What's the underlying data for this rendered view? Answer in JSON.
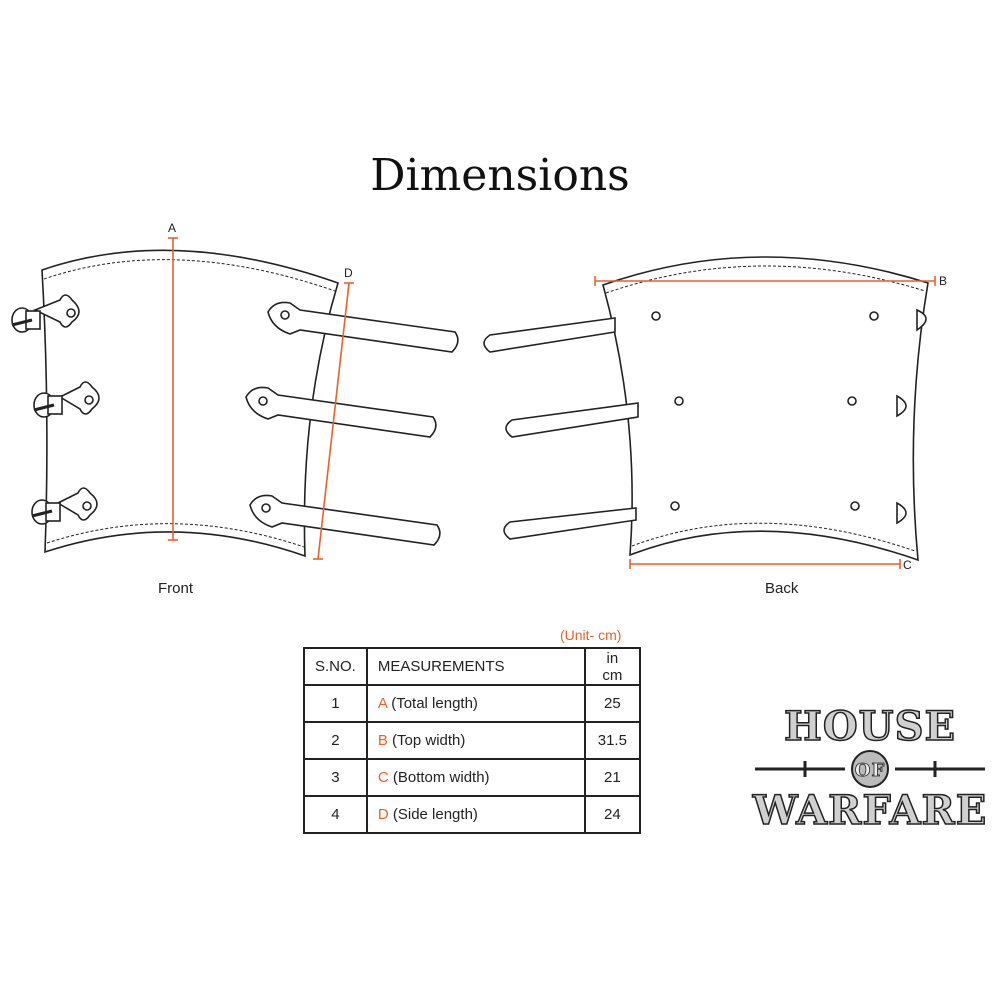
{
  "title": "Dimensions",
  "views": {
    "front": "Front",
    "back": "Back"
  },
  "markers": {
    "a": "A",
    "b": "B",
    "c": "C",
    "d": "D"
  },
  "unit_note": "(Unit- cm)",
  "table": {
    "headers": [
      "S.NO.",
      "MEASUREMENTS",
      "in cm"
    ],
    "rows": [
      {
        "sno": "1",
        "letter": "A",
        "label": " (Total length)",
        "value": "25"
      },
      {
        "sno": "2",
        "letter": "B",
        "label": " (Top width)",
        "value": "31.5"
      },
      {
        "sno": "3",
        "letter": "C",
        "label": " (Bottom width)",
        "value": "21"
      },
      {
        "sno": "4",
        "letter": "D",
        "label": " (Side length)",
        "value": "24"
      }
    ]
  },
  "logo": {
    "line1": "HOUSE",
    "line2": "OF",
    "line3": "WARFARE"
  },
  "colors": {
    "accent": "#e8622a",
    "ink": "#222222"
  }
}
